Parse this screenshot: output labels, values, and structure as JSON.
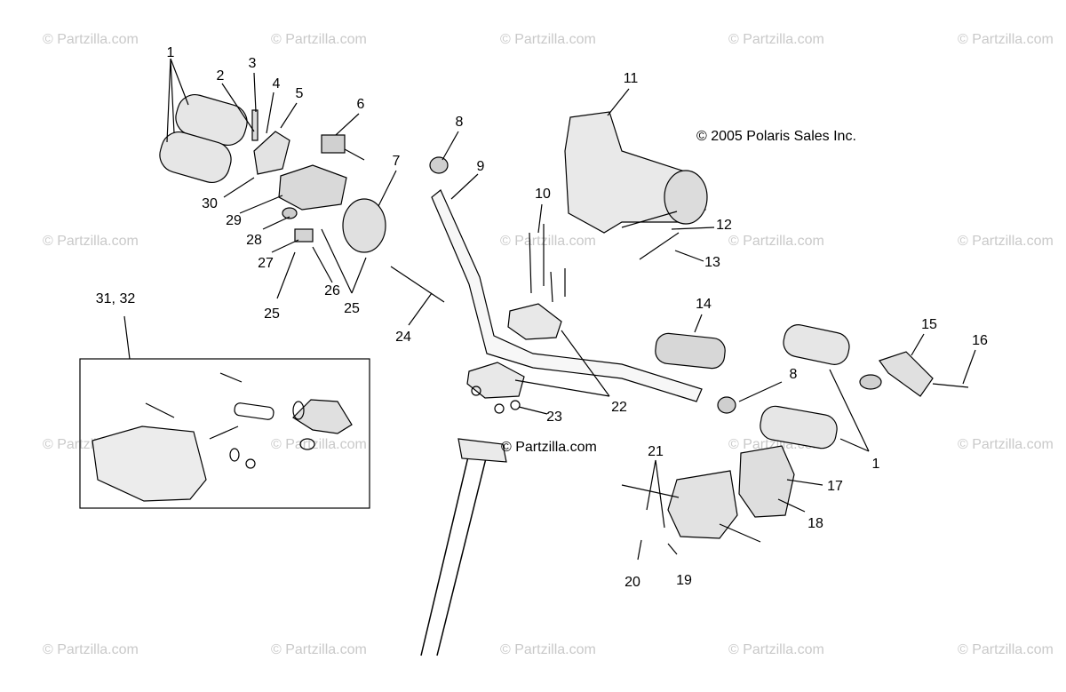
{
  "watermark": "© Partzilla.com",
  "copyright": "© 2005 Polaris Sales Inc.",
  "center_watermark": "© Partzilla.com",
  "inset_label": "31, 32",
  "part_labels": [
    "1",
    "2",
    "3",
    "4",
    "5",
    "6",
    "7",
    "8",
    "9",
    "10",
    "11",
    "12",
    "13",
    "14",
    "15",
    "16",
    "1",
    "8",
    "17",
    "18",
    "19",
    "20",
    "21",
    "22",
    "23",
    "24",
    "25",
    "25",
    "26",
    "27",
    "28",
    "29",
    "30"
  ]
}
